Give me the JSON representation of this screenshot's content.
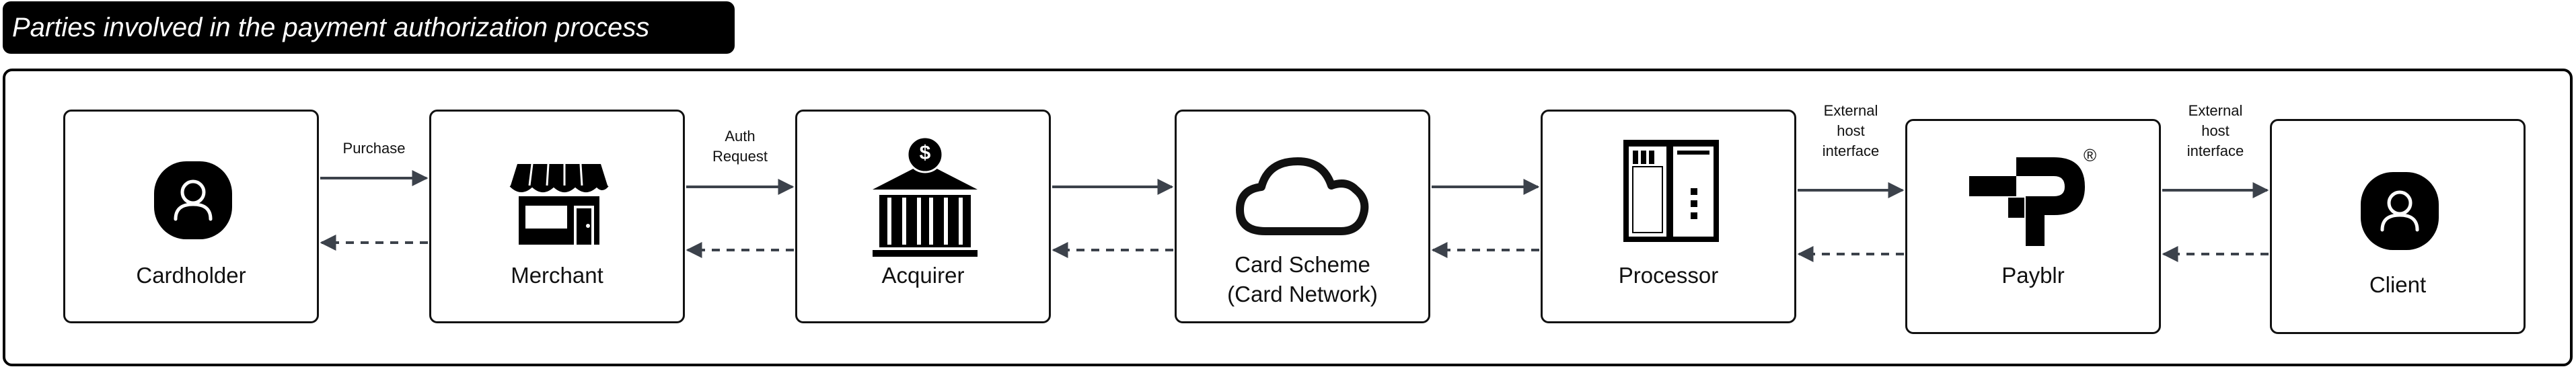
{
  "title": "Parties involved in the payment authorization process",
  "nodes": {
    "cardholder": "Cardholder",
    "merchant": "Merchant",
    "acquirer": "Acquirer",
    "card_scheme_line1": "Card Scheme",
    "card_scheme_line2": "(Card Network)",
    "processor": "Processor",
    "payblr": "Payblr",
    "client": "Client"
  },
  "edges": {
    "purchase": "Purchase",
    "auth_request": "Auth\nRequest",
    "external_host_1": "External\nhost\ninterface",
    "external_host_2": "External\nhost\ninterface"
  },
  "registered_mark": "®",
  "dollar_sign": "$"
}
